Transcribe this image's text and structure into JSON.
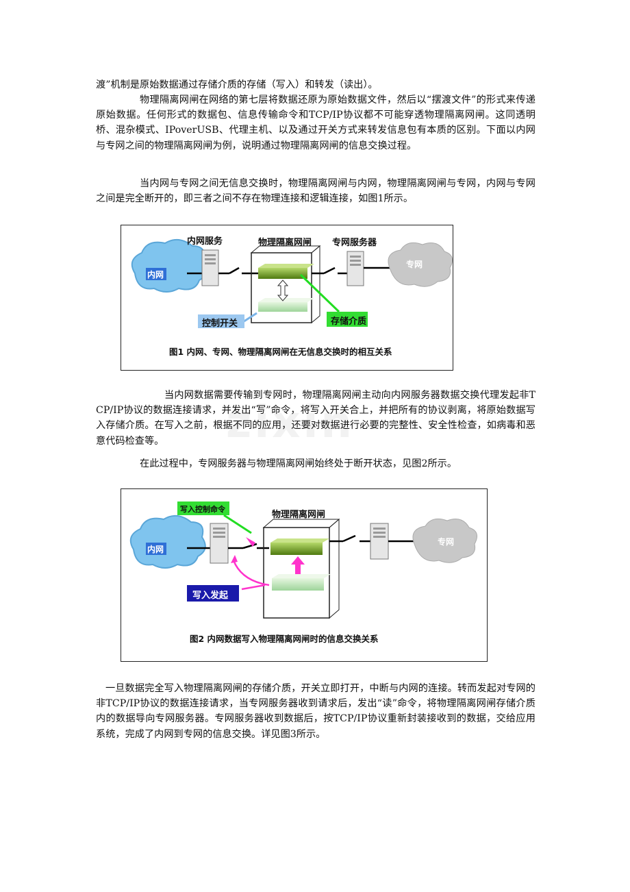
{
  "paragraphs": {
    "p1": "渡”机制是原始数据通过存储介质的存储（写入）和转发（读出）。",
    "p2": "物理隔离网闸在网络的第七层将数据还原为原始数据文件，然后以“摆渡文件”的形式来传递原始数据。任何形式的数据包、信息传输命令和TCP/IP协议都不可能穿透物理隔离网闸。这同透明桥、混杂模式、IPoverUSB、代理主机、以及通过开关方式来转发信息包有本质的区别。下面以内网与专网之间的物理隔离网闸为例，说明通过物理隔离网闸的信息交换过程。",
    "p3": "当内网与专网之间无信息交换时，物理隔离网闸与内网，物理隔离网闸与专网，内网与专网之间是完全断开的，即三者之间不存在物理连接和逻辑连接，如图1所示。",
    "p4": "当内网数据需要传输到专网时，物理隔离网闸主动向内网服务器数据交换代理发起非TCP/IP协议的数据连接请求，并发出“写”命令，将写入开关合上，并把所有的协议剥离，将原始数据写入存储介质。在写入之前，根据不同的应用，还要对数据进行必要的完整性、安全性检查，如病毒和恶意代码检查等。",
    "p5": "在此过程中，专网服务器与物理隔离网闸始终处于断开状态，见图2所示。",
    "p6": "一旦数据完全写入物理隔离网闸的存储介质，开关立即打开，中断与内网的连接。转而发起对专网的非TCP/IP协议的数据连接请求，当专网服务器收到请求后，发出“读”命令，将物理隔离网闸存储介质内的数据导向专网服务器。专网服务器收到数据后，按TCP/IP协议重新封装接收到的数据，交给应用系统，完成了内网到专网的信息交换。详见图3所示。"
  },
  "figure1": {
    "label_inner_server": "内网服务",
    "label_gateway": "物理隔离网闸",
    "label_private_server": "专网服务器",
    "label_inner_net": "内网",
    "label_private_net": "专网",
    "label_control_switch": "控制开关",
    "label_storage": "存储介质",
    "caption": "图1   内网、专网、物理隔离网闸在无信息交换时的相互关系"
  },
  "figure2": {
    "label_write_cmd": "写入控制命令",
    "label_gateway": "物理隔离网闸",
    "label_inner_net": "内网",
    "label_private_net": "专网",
    "label_write_init": "写入发起",
    "caption": "图2   内网数据写入物理隔离网闸时的信息交换关系"
  },
  "watermark": "zixin",
  "colors": {
    "cloud_inner": "#7fc4ee",
    "cloud_inner_label_bg": "#2f6fd6",
    "cloud_private": "#c8c8c8",
    "storage_top": "#6f9a1e",
    "storage_bottom": "#b8e0b0",
    "control_switch_bg": "#9cc8f0",
    "storage_label_bg": "#33dd33",
    "write_cmd_bg": "#33dd33",
    "write_init_bg": "#1a1aaa",
    "arrow_magenta": "#ff33cc"
  },
  "icons": [
    "server-icon",
    "cloud-icon",
    "switch-icon",
    "arrow-icon"
  ]
}
